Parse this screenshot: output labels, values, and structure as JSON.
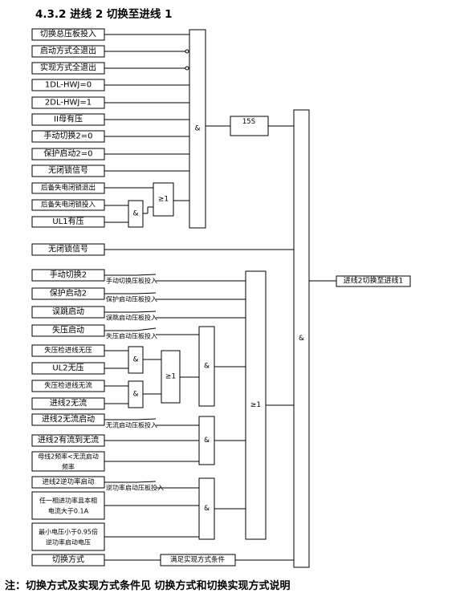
{
  "title": "4.3.2 进线 2 切换至进线 1",
  "footer": "注：切换方式及实现方式条件见 切换方式和切换实现方式说明",
  "inputs_top": [
    "切换总压板投入",
    "启动方式全退出",
    "实现方式全退出",
    "1DL-HWJ=0",
    "2DL-HWJ=1",
    "II母有压",
    "手动切换2=0",
    "保护启动2=0",
    "无闭锁信号"
  ],
  "inputs_small": [
    "后备失电闭锁退出",
    "后备失电闭锁投入",
    "UL1有压"
  ],
  "no_lock": "无闭锁信号",
  "start_inputs": [
    "手动切换2",
    "保护启动2",
    "误跳启动",
    "失压启动"
  ],
  "plate_labels": [
    "手动切换压板投入",
    "保护启动压板投入",
    "误跳启动压板投入",
    "失压启动压板投入"
  ],
  "loss_inputs": [
    "失压检进线无压",
    "UL2无压",
    "失压检进线无流",
    "进线2无流"
  ],
  "nocurrent_inputs": [
    "进线2无流启动",
    "进线2有流到无流",
    "母线2频率<无流启动频率"
  ],
  "nocurrent_plate": "无流启动压板投入",
  "reverse_inputs": [
    "进线2逆功率启动",
    "任一相进功率且本相电流大于0.1A",
    "最小电压小于0.95倍逆功率启动电压"
  ],
  "reverse_plate": "逆功率启动压板投入",
  "switch_mode": "切换方式",
  "switch_cond": "满足实现方式条件",
  "timer": "15S",
  "and_sym": "&",
  "or_sym": "≥1",
  "output": "进线2切换至进线1"
}
